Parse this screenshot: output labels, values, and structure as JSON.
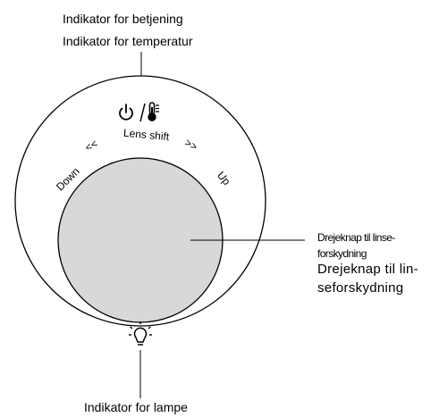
{
  "labels": {
    "operation_indicator": "Indikator for betjening",
    "temperature_indicator": "Indikator for temperatur",
    "lens_knob_label_1": "Drejeknap til linse-",
    "lens_knob_label_2": "forskydning",
    "lens_knob_label_3": "Drejeknap til lin-",
    "lens_knob_label_4": "seforskydning",
    "lamp_indicator": "Indikator for lampe"
  },
  "dial": {
    "lens_shift": "Lens shift",
    "down": "Down",
    "up": "Up",
    "left_arrows": "<<",
    "right_arrows": ">>"
  },
  "icons": {
    "power": "power-icon",
    "temperature": "thermometer-icon",
    "lamp": "lamp-icon"
  },
  "colors": {
    "outer_fill": "#ffffff",
    "knob_fill": "#d8d8d8",
    "stroke": "#000000"
  }
}
